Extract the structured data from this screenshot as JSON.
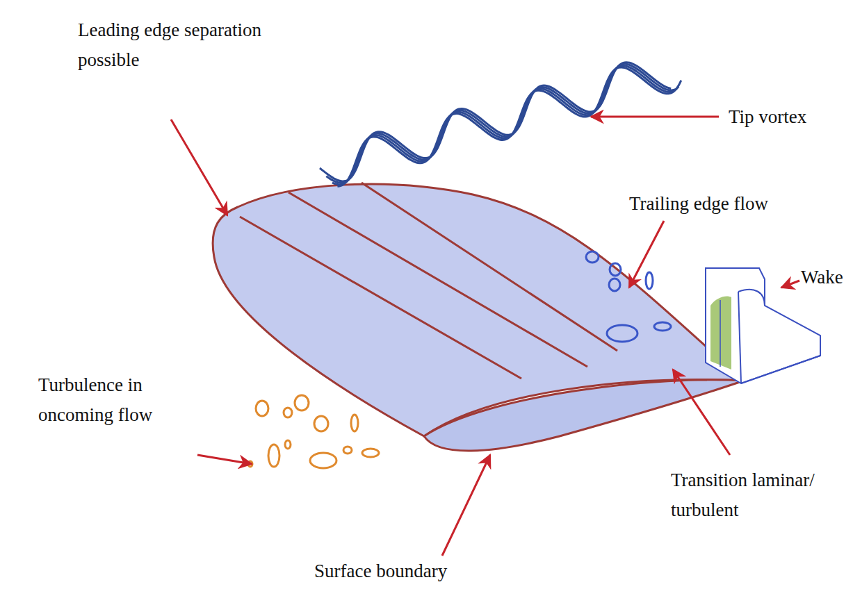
{
  "diagram": {
    "labels": [
      "Leading edge separation possible",
      "Tip vortex",
      "Trailing edge flow",
      "Wake",
      "Turbulence in oncoming flow",
      "Transition laminar/ turbulent",
      "Surface boundary"
    ]
  }
}
